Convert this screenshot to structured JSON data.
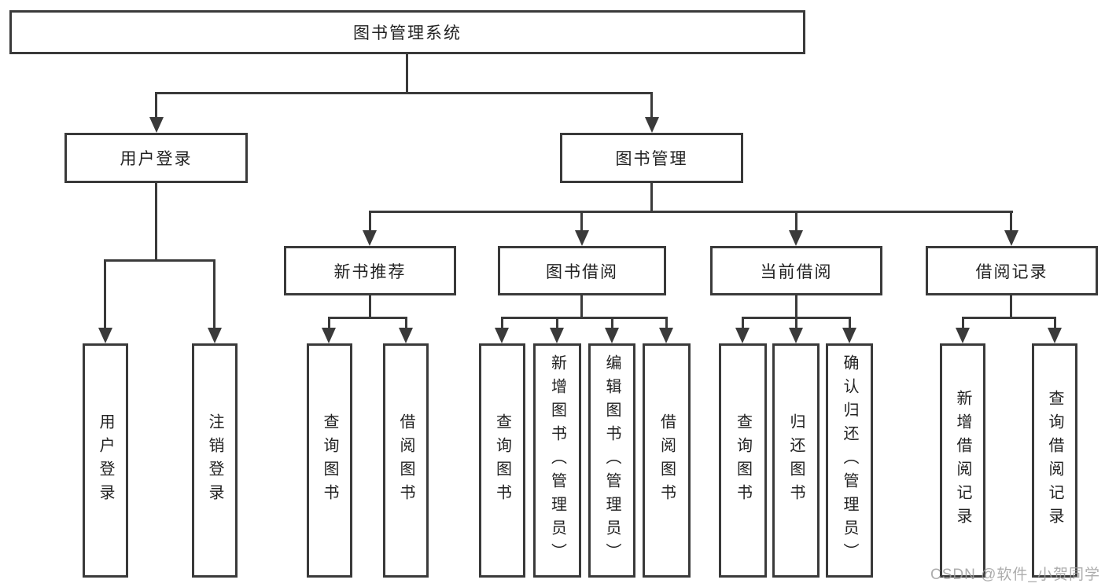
{
  "diagram": {
    "title": "图书管理系统",
    "watermark": "CSDN @软件_小贺同学",
    "colors": {
      "line": "#3a3a3a",
      "text": "#222222",
      "watermark": "#9e9e9e",
      "box_bg": "#ffffff"
    },
    "nodes": {
      "root": {
        "label": "图书管理系统"
      },
      "user_login": {
        "label": "用户登录"
      },
      "book_mgmt": {
        "label": "图书管理"
      },
      "new_book_rec": {
        "label": "新书推荐"
      },
      "book_borrow": {
        "label": "图书借阅"
      },
      "current_borrow": {
        "label": "当前借阅"
      },
      "borrow_record": {
        "label": "借阅记录"
      },
      "leaf_user_login": {
        "label": "用户登录"
      },
      "leaf_logout": {
        "label": "注销登录"
      },
      "leaf_query_book_1": {
        "label": "查询图书"
      },
      "leaf_borrow_book_1": {
        "label": "借阅图书"
      },
      "leaf_query_book_2": {
        "label": "查询图书"
      },
      "leaf_add_book": {
        "label": "新增图书（管理员）"
      },
      "leaf_edit_book": {
        "label": "编辑图书（管理员）"
      },
      "leaf_borrow_book_2": {
        "label": "借阅图书"
      },
      "leaf_query_book_3": {
        "label": "查询图书"
      },
      "leaf_return_book": {
        "label": "归还图书"
      },
      "leaf_confirm_return": {
        "label": "确认归还（管理员）"
      },
      "leaf_add_borrow_record": {
        "label": "新增借阅记录"
      },
      "leaf_query_borrow_record": {
        "label": "查询借阅记录"
      }
    }
  }
}
